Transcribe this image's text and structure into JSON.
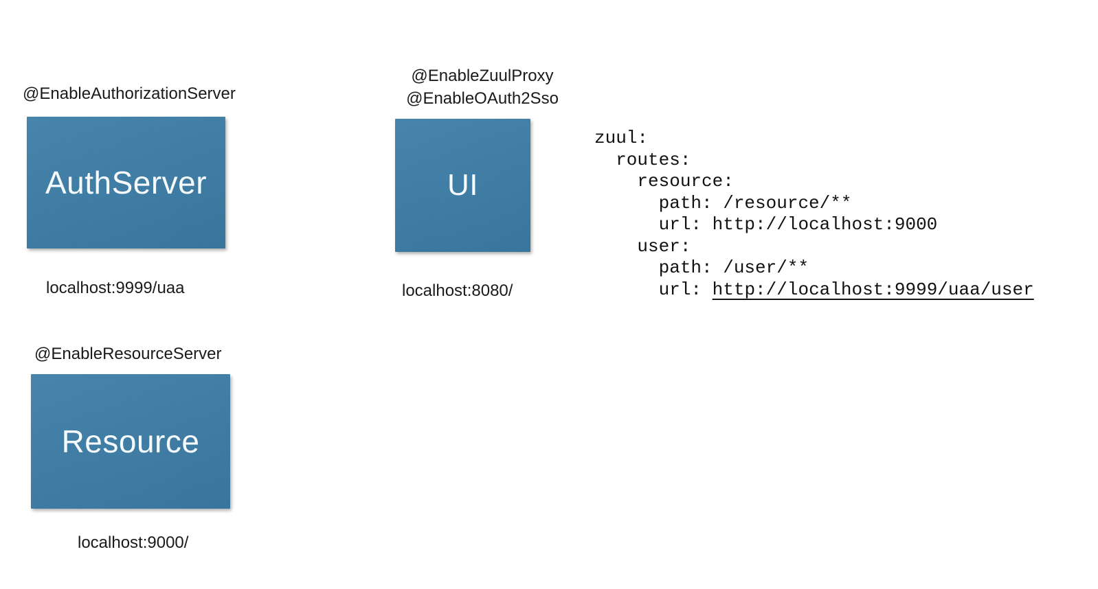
{
  "colors": {
    "box_fill": "#3379A6",
    "box_text": "#F7FAFC",
    "label_text": "#1A1A1A",
    "code_text": "#111111"
  },
  "nodes": [
    {
      "annotations": [
        "@EnableAuthorizationServer"
      ],
      "box_label": "AuthServer",
      "address": "localhost:9999/uaa"
    },
    {
      "annotations": [
        "@EnableZuulProxy",
        "@EnableOAuth2Sso"
      ],
      "box_label": "UI",
      "address": "localhost:8080/"
    },
    {
      "annotations": [
        "@EnableResourceServer"
      ],
      "box_label": "Resource",
      "address": "localhost:9000/"
    }
  ],
  "code": {
    "lines": [
      "zuul:",
      "  routes:",
      "    resource:",
      "      path: /resource/**",
      "      url: http://localhost:9000",
      "    user:",
      "      path: /user/**",
      "      url: http://localhost:9999/uaa/user"
    ],
    "underline": {
      "line_index": 7,
      "text": "http://localhost:9999/uaa/user"
    }
  }
}
